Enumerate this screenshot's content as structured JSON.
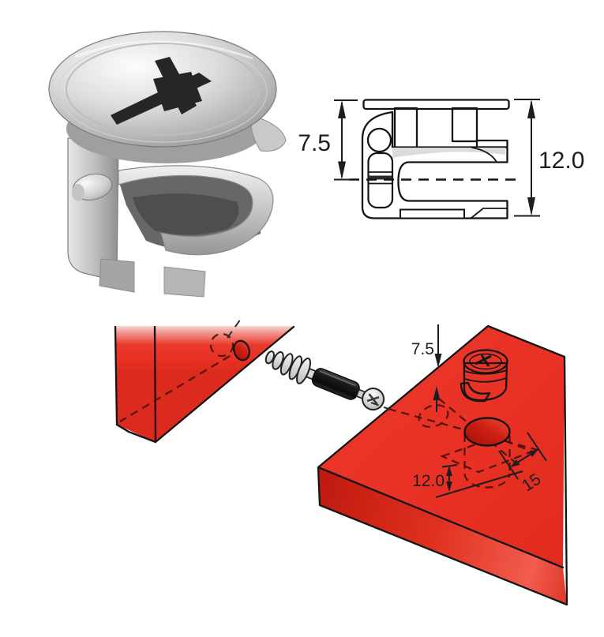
{
  "cross_section": {
    "dim_top_to_center": "7.5",
    "dim_total_height": "12.0"
  },
  "assembly": {
    "dim_edge_to_center": "7.5",
    "dim_depth": "12.0",
    "dim_width": "15"
  },
  "colors": {
    "panel_red": "#e93125",
    "panel_red_dark": "#c51d13",
    "line_black": "#141414",
    "metal_light": "#ededed",
    "metal_mid": "#b9b9b9",
    "sleeve_black": "#131313",
    "background": "#ffffff"
  }
}
